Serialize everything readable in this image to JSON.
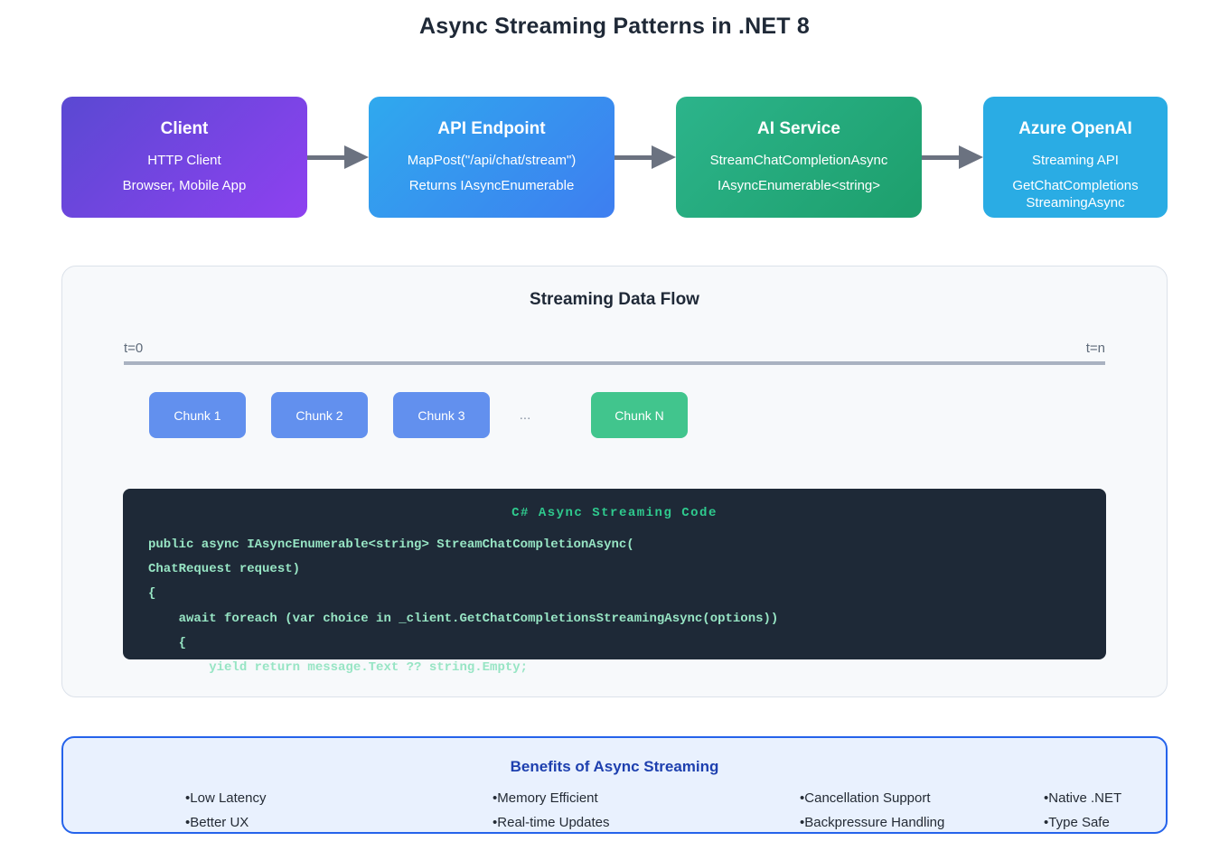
{
  "title": "Async Streaming Patterns in .NET 8",
  "pipeline": {
    "nodes": [
      {
        "title": "Client",
        "lines": [
          "HTTP Client",
          "Browser, Mobile App"
        ]
      },
      {
        "title": "API Endpoint",
        "lines": [
          "MapPost(\"/api/chat/stream\")",
          "Returns IAsyncEnumerable"
        ]
      },
      {
        "title": "AI Service",
        "lines": [
          "StreamChatCompletionAsync",
          "IAsyncEnumerable<string>"
        ]
      },
      {
        "title": "Azure OpenAI",
        "lines": [
          "Streaming API",
          "GetChatCompletions\nStreamingAsync"
        ]
      }
    ]
  },
  "flow_panel": {
    "title": "Streaming Data Flow",
    "timeline_start_label": "t=0",
    "timeline_end_label": "t=n",
    "chunks": [
      "Chunk 1",
      "Chunk 2",
      "Chunk 3"
    ],
    "ellipsis": "...",
    "last_chunk": "Chunk N",
    "code": {
      "title": "C# Async Streaming Code",
      "lines": [
        "public async IAsyncEnumerable<string> StreamChatCompletionAsync(",
        "ChatRequest request)",
        "{",
        "    await foreach (var choice in _client.GetChatCompletionsStreamingAsync(options))",
        "    {",
        "        yield return message.Text ?? string.Empty;"
      ]
    }
  },
  "benefits": {
    "title": "Benefits of Async Streaming",
    "columns": [
      [
        "Low Latency",
        "Better UX"
      ],
      [
        "Memory Efficient",
        "Real-time Updates"
      ],
      [
        "Cancellation Support",
        "Backpressure Handling"
      ],
      [
        "Native .NET",
        "Type Safe"
      ]
    ]
  },
  "colors": {
    "client-from": "#5a49d2",
    "client-to": "#8e41f0",
    "api-from": "#2fa9ee",
    "api-to": "#3e7ef0",
    "ai-from": "#2cb48b",
    "ai-to": "#1d9f6c",
    "azure": "#2aace4",
    "arrow": "#6b7280",
    "chunk-blue": "#6290ee",
    "chunk-green": "#41c58d",
    "code-bg": "#1e2937",
    "code-title": "#2fca8e",
    "code-text": "#97e5c4",
    "benefits-bg": "#e9f1fe",
    "benefits-border": "#2563eb",
    "benefits-title": "#1e40af"
  }
}
